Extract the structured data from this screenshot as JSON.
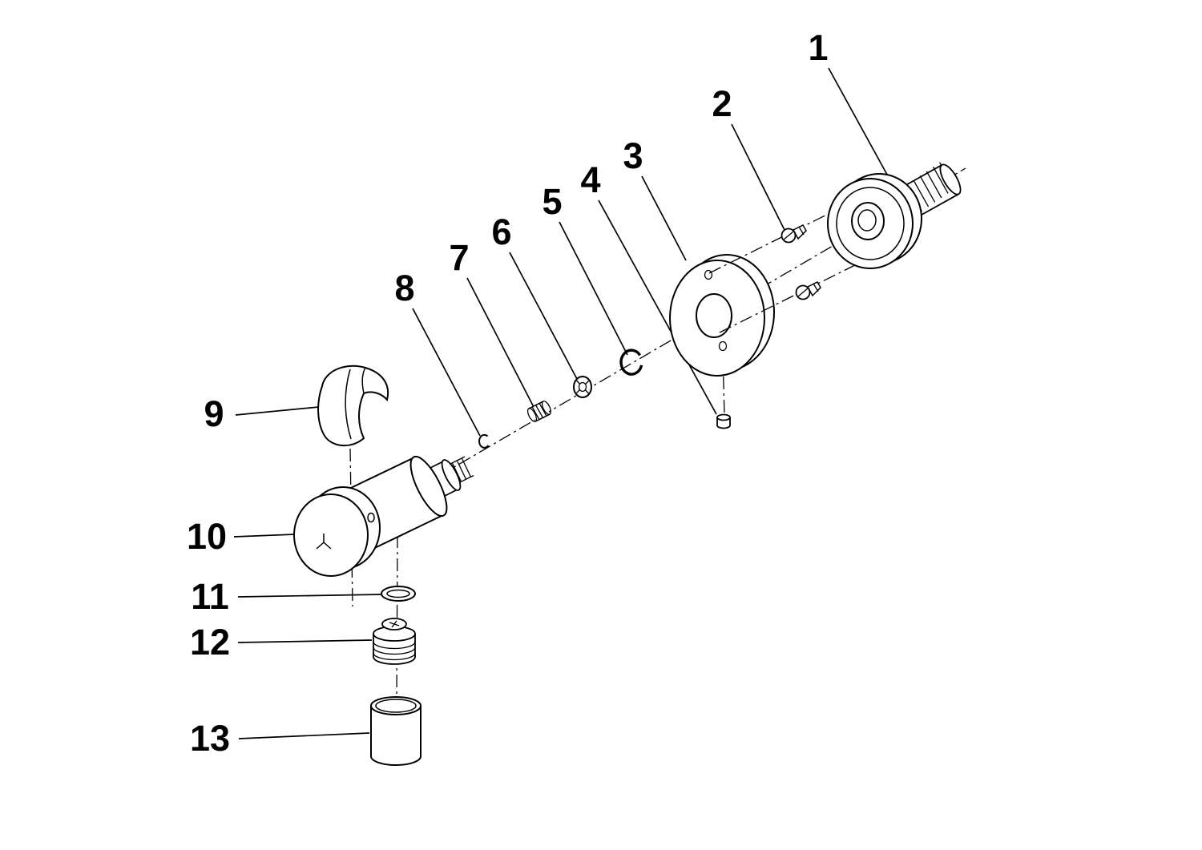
{
  "figure": {
    "type": "exploded-parts-diagram",
    "background_color": "#ffffff",
    "line_color": "#000000",
    "callouts": [
      "1",
      "2",
      "3",
      "4",
      "5",
      "6",
      "7",
      "8",
      "9",
      "10",
      "11",
      "12",
      "13"
    ]
  }
}
